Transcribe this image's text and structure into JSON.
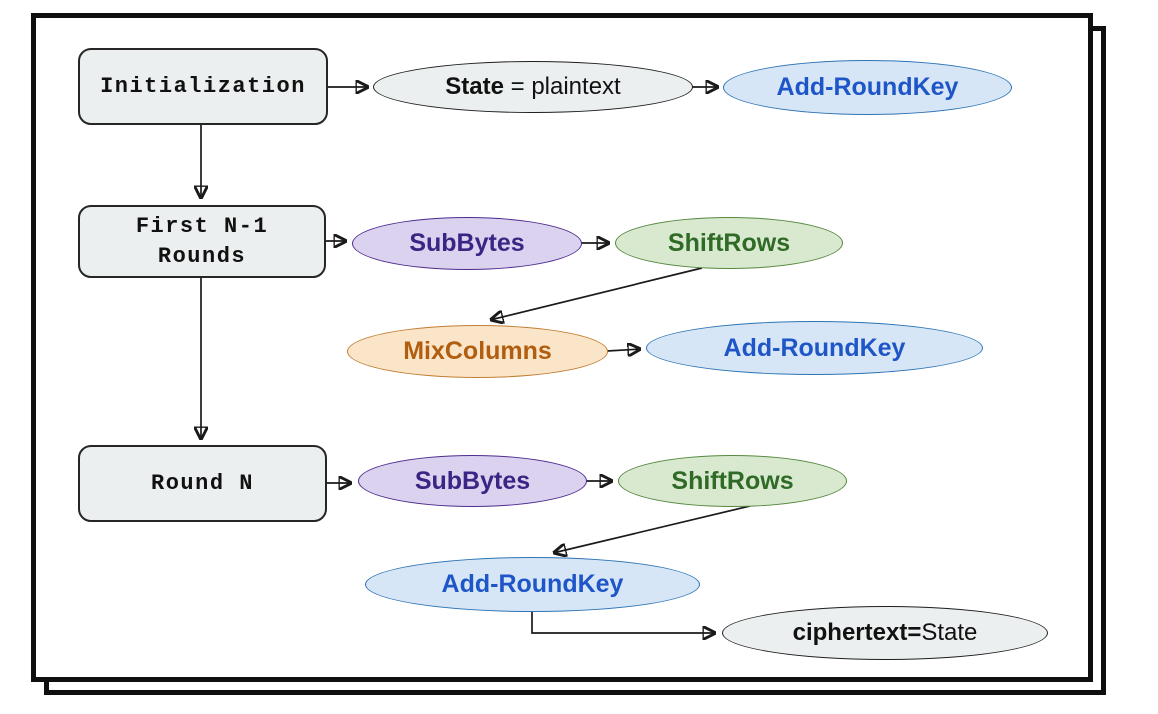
{
  "colors": {
    "frame_border": "#0f0f0f",
    "node_gray_fill": "#EBEFEF",
    "node_gray_border": "#262626",
    "blue_fill": "#D7E6F6",
    "blue_border": "#2E74B5",
    "blue_text": "#1E56C8",
    "purple_fill": "#DAD2EF",
    "purple_border": "#4F2B8E",
    "purple_text": "#3B2483",
    "green_fill": "#D8E9D0",
    "green_border": "#56893F",
    "green_text": "#2F6B26",
    "orange_fill": "#FBE5C8",
    "orange_border": "#C17E33",
    "orange_text": "#B15E10",
    "arrow_color": "#1a1a1a"
  },
  "nodes": {
    "initialization": {
      "label": "Initialization"
    },
    "first_rounds": {
      "line1": "First N-1",
      "line2": "Rounds"
    },
    "round_n": {
      "label": "Round N"
    },
    "state_assignment": {
      "bold": "State",
      "rest": " = plaintext"
    },
    "add_roundkey_init": {
      "label": "Add-RoundKey"
    },
    "subbytes_main": {
      "label": "SubBytes"
    },
    "shiftrows_main": {
      "label": "ShiftRows"
    },
    "mixcolumns": {
      "label": "MixColumns"
    },
    "add_roundkey_main": {
      "label": "Add-RoundKey"
    },
    "subbytes_final": {
      "label": "SubBytes"
    },
    "shiftrows_final": {
      "label": "ShiftRows"
    },
    "add_roundkey_final": {
      "label": "Add-RoundKey"
    },
    "ciphertext": {
      "bold": "ciphertext=",
      "rest": "State"
    }
  }
}
